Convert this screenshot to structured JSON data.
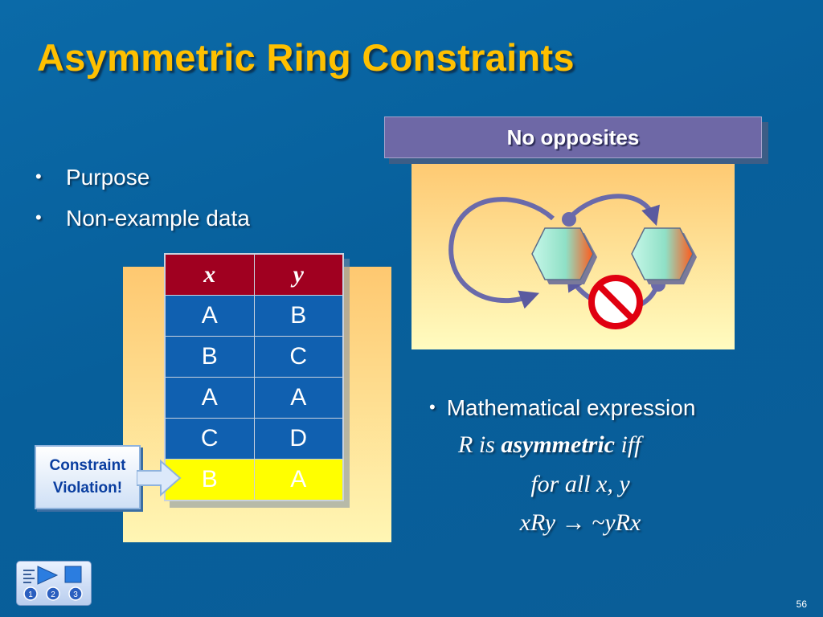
{
  "slide": {
    "title": "Asymmetric Ring Constraints",
    "bullets": [
      "Purpose",
      "Non-example data"
    ],
    "number": "56"
  },
  "table": {
    "headers": [
      "x",
      "y"
    ],
    "rows": [
      [
        "A",
        "B"
      ],
      [
        "B",
        "C"
      ],
      [
        "A",
        "A"
      ],
      [
        "C",
        "D"
      ],
      [
        "B",
        "A"
      ]
    ],
    "highlighted_row": 4
  },
  "callout": {
    "line1": "Constraint",
    "line2": "Violation!"
  },
  "panel": {
    "header": "No opposites"
  },
  "math": {
    "bullet": "Mathematical expression",
    "line1_pre": "R is ",
    "line1_bold": "asymmetric",
    "line1_post": " iff",
    "line2": "for all x, y",
    "line3": "xRy → ~yRx"
  },
  "nav": {
    "buttons": [
      "1",
      "2",
      "3"
    ]
  },
  "colors": {
    "title": "#ffc000",
    "header_row": "#a00020",
    "cell": "#1060b0",
    "highlight": "#ffff00",
    "panel_header": "#6e68a6"
  },
  "icons": [
    "bullet-dot",
    "hexagon-node",
    "no-symbol-icon",
    "menu-icon",
    "play-icon",
    "stop-icon"
  ]
}
